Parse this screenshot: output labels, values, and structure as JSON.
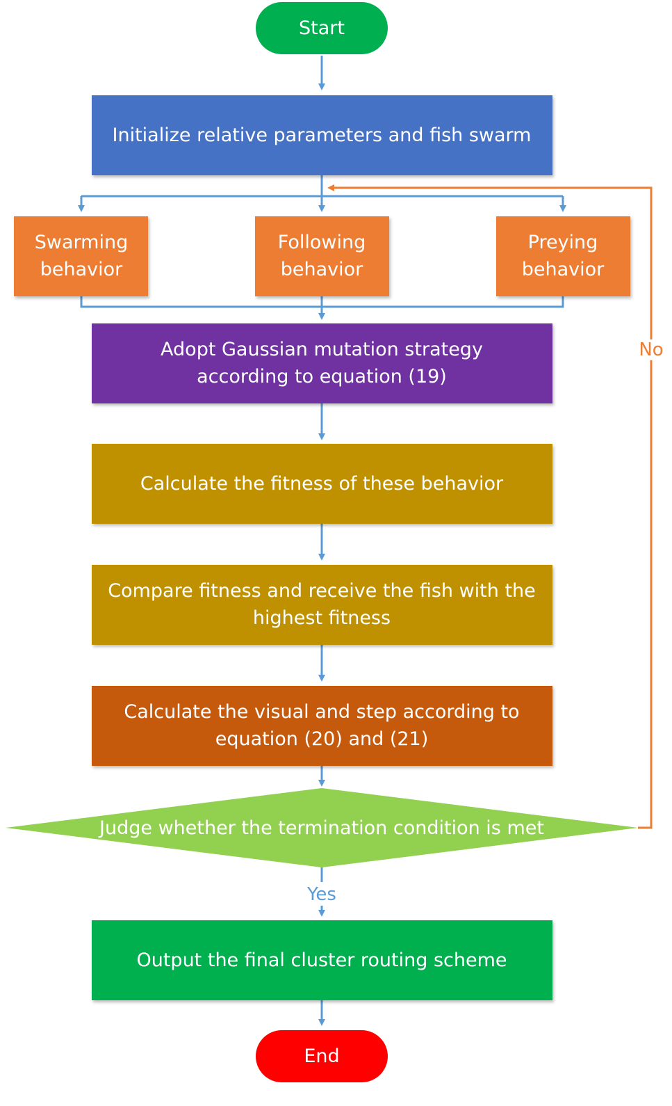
{
  "flowchart": {
    "start": "Start",
    "init": "Initialize relative parameters and fish swarm",
    "swarming": [
      "Swarming",
      "behavior"
    ],
    "following": [
      "Following",
      "behavior"
    ],
    "preying": [
      "Preying",
      "behavior"
    ],
    "gaussian": [
      "Adopt Gaussian mutation strategy",
      "according to equation (19)"
    ],
    "fitness": "Calculate the fitness of these behavior",
    "compare": [
      "Compare fitness and receive the fish with the",
      "highest fitness"
    ],
    "visual_step": [
      "Calculate the visual and step according to",
      "equation (20) and (21)"
    ],
    "judge": "Judge whether the termination condition is met",
    "yes_label": "Yes",
    "no_label": "No",
    "output": "Output the final cluster routing scheme",
    "end": "End"
  },
  "colors": {
    "terminal_green": "#00b050",
    "init_blue": "#4472c4",
    "behavior_orange": "#ed7d31",
    "gaussian_purple": "#7030a0",
    "fitness_gold": "#bf9000",
    "visual_orange": "#c55a11",
    "judge_green": "#92d050",
    "output_green": "#00b050",
    "end_red": "#ff0000",
    "arrow_blue": "#5b9bd5",
    "no_orange": "#ed7d31"
  }
}
